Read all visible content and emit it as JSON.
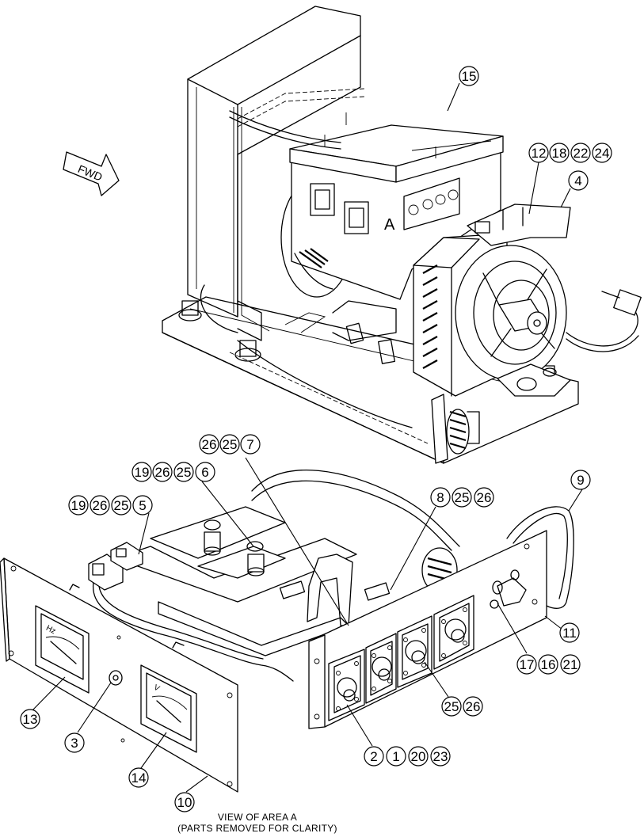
{
  "direction_arrow": {
    "text": "FWD"
  },
  "area_marker": {
    "text": "A"
  },
  "meter_labels": {
    "frequency": "Hz",
    "voltage": "V"
  },
  "callouts": [
    {
      "id": "c15",
      "labels": [
        "15"
      ]
    },
    {
      "id": "c12",
      "labels": [
        "12",
        "18",
        "22",
        "24"
      ]
    },
    {
      "id": "c4",
      "labels": [
        "4"
      ]
    },
    {
      "id": "c7",
      "labels": [
        "26",
        "25",
        "7"
      ]
    },
    {
      "id": "c6",
      "labels": [
        "19",
        "26",
        "25",
        "6"
      ]
    },
    {
      "id": "c5",
      "labels": [
        "19",
        "26",
        "25",
        "5"
      ]
    },
    {
      "id": "c8",
      "labels": [
        "8",
        "25",
        "26"
      ]
    },
    {
      "id": "c9",
      "labels": [
        "9"
      ]
    },
    {
      "id": "c11",
      "labels": [
        "11"
      ]
    },
    {
      "id": "c17",
      "labels": [
        "17",
        "16",
        "21"
      ]
    },
    {
      "id": "c25",
      "labels": [
        "25",
        "26"
      ]
    },
    {
      "id": "c13",
      "labels": [
        "13"
      ]
    },
    {
      "id": "c3",
      "labels": [
        "3"
      ]
    },
    {
      "id": "c14",
      "labels": [
        "14"
      ]
    },
    {
      "id": "c2",
      "labels": [
        "2",
        "1",
        "20",
        "23"
      ]
    },
    {
      "id": "c10",
      "labels": [
        "10"
      ]
    }
  ],
  "caption": {
    "line1": "VIEW OF AREA  A",
    "line2": "(PARTS REMOVED FOR CLARITY)"
  }
}
